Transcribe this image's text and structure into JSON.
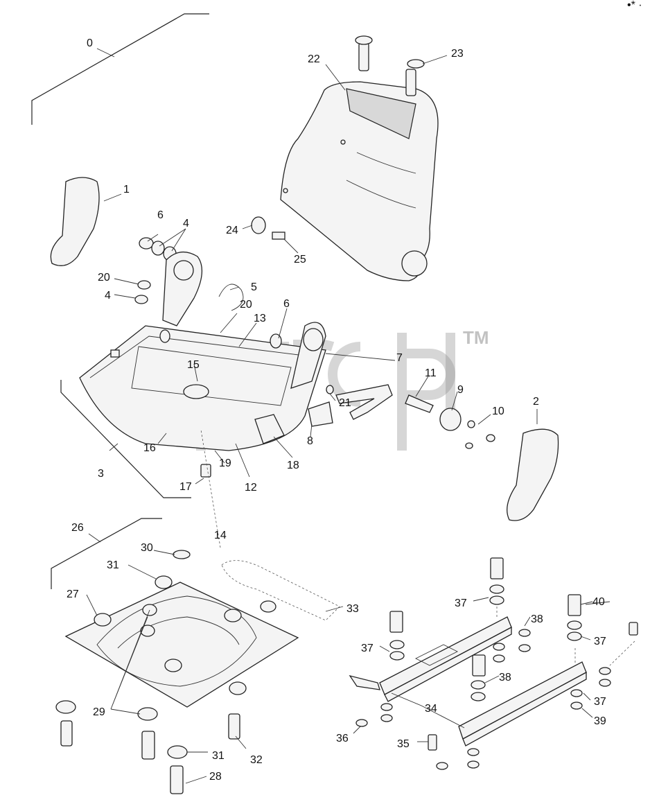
{
  "diagram": {
    "watermark": {
      "tm": "TM"
    },
    "corner_mark": "•* ·",
    "callouts": [
      {
        "id": "c0",
        "text": "0"
      },
      {
        "id": "c1",
        "text": "1"
      },
      {
        "id": "c2",
        "text": "2"
      },
      {
        "id": "c3",
        "text": "3"
      },
      {
        "id": "c4a",
        "text": "4"
      },
      {
        "id": "c4b",
        "text": "4"
      },
      {
        "id": "c5",
        "text": "5"
      },
      {
        "id": "c6a",
        "text": "6"
      },
      {
        "id": "c6b",
        "text": "6"
      },
      {
        "id": "c7",
        "text": "7"
      },
      {
        "id": "c8",
        "text": "8"
      },
      {
        "id": "c9",
        "text": "9"
      },
      {
        "id": "c10",
        "text": "10"
      },
      {
        "id": "c11",
        "text": "11"
      },
      {
        "id": "c12",
        "text": "12"
      },
      {
        "id": "c13",
        "text": "13"
      },
      {
        "id": "c14",
        "text": "14"
      },
      {
        "id": "c15",
        "text": "15"
      },
      {
        "id": "c16",
        "text": "16"
      },
      {
        "id": "c17",
        "text": "17"
      },
      {
        "id": "c18",
        "text": "18"
      },
      {
        "id": "c19",
        "text": "19"
      },
      {
        "id": "c20a",
        "text": "20"
      },
      {
        "id": "c20b",
        "text": "20"
      },
      {
        "id": "c21",
        "text": "21"
      },
      {
        "id": "c22",
        "text": "22"
      },
      {
        "id": "c23",
        "text": "23"
      },
      {
        "id": "c24",
        "text": "24"
      },
      {
        "id": "c25",
        "text": "25"
      },
      {
        "id": "c26",
        "text": "26"
      },
      {
        "id": "c27",
        "text": "27"
      },
      {
        "id": "c28",
        "text": "28"
      },
      {
        "id": "c29",
        "text": "29"
      },
      {
        "id": "c30",
        "text": "30"
      },
      {
        "id": "c31a",
        "text": "31"
      },
      {
        "id": "c31b",
        "text": "31"
      },
      {
        "id": "c32",
        "text": "32"
      },
      {
        "id": "c33",
        "text": "33"
      },
      {
        "id": "c34",
        "text": "34"
      },
      {
        "id": "c35",
        "text": "35"
      },
      {
        "id": "c36",
        "text": "36"
      },
      {
        "id": "c37a",
        "text": "37"
      },
      {
        "id": "c37b",
        "text": "37"
      },
      {
        "id": "c37c",
        "text": "37"
      },
      {
        "id": "c37d",
        "text": "37"
      },
      {
        "id": "c38a",
        "text": "38"
      },
      {
        "id": "c38b",
        "text": "38"
      },
      {
        "id": "c39",
        "text": "39"
      },
      {
        "id": "c40",
        "text": "40"
      }
    ]
  }
}
